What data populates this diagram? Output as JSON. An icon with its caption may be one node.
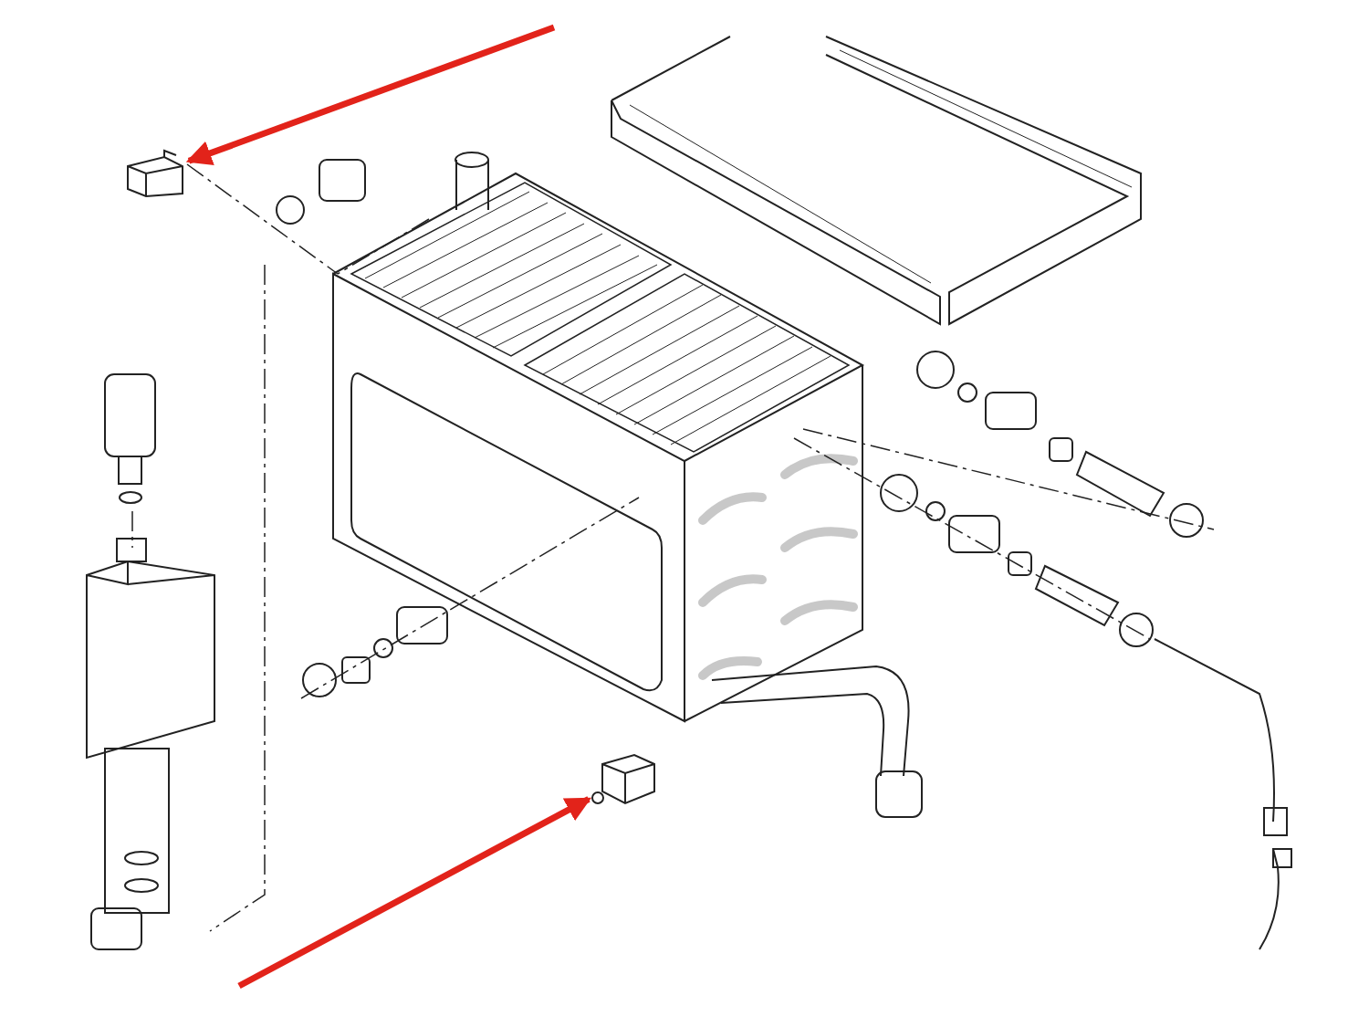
{
  "diagram": {
    "nodes": [
      {
        "text": [],
        "shape": "picture"
      },
      {
        "text": [],
        "shape": "picture"
      }
    ],
    "edges": [
      {
        "from": null,
        "to": 0,
        "arrow": "to"
      },
      {
        "from": null,
        "to": 1,
        "arrow": "to"
      }
    ]
  }
}
